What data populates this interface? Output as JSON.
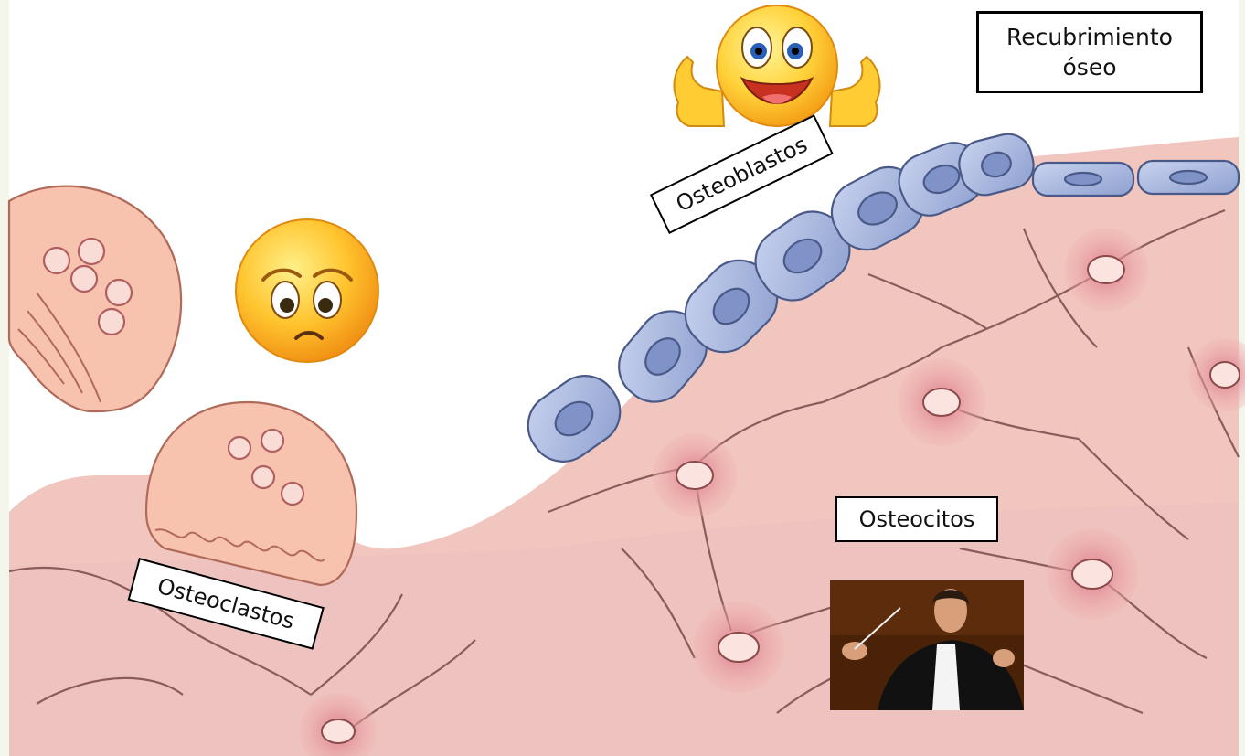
{
  "labels": {
    "recubrimiento_line1": "Recubrimiento",
    "recubrimiento_line2": "óseo",
    "osteoblastos": "Osteoblastos",
    "osteoclastos": "Osteoclastos",
    "osteocitos": "Osteocitos"
  },
  "icons": {
    "happy": "happy-thumbs-up-emoji-icon",
    "sad": "sad-emoji-icon",
    "photo": "conductor-photo"
  },
  "colors": {
    "background": "#f4f6ec",
    "bone_matrix": "#f1c9c0",
    "bone_cell_body": "#e7a0a0",
    "osteoblast": "#aab8dd",
    "osteoblast_nucleus": "#7f93c9",
    "osteoclast": "#f7c3b0",
    "label_border": "#000000"
  }
}
